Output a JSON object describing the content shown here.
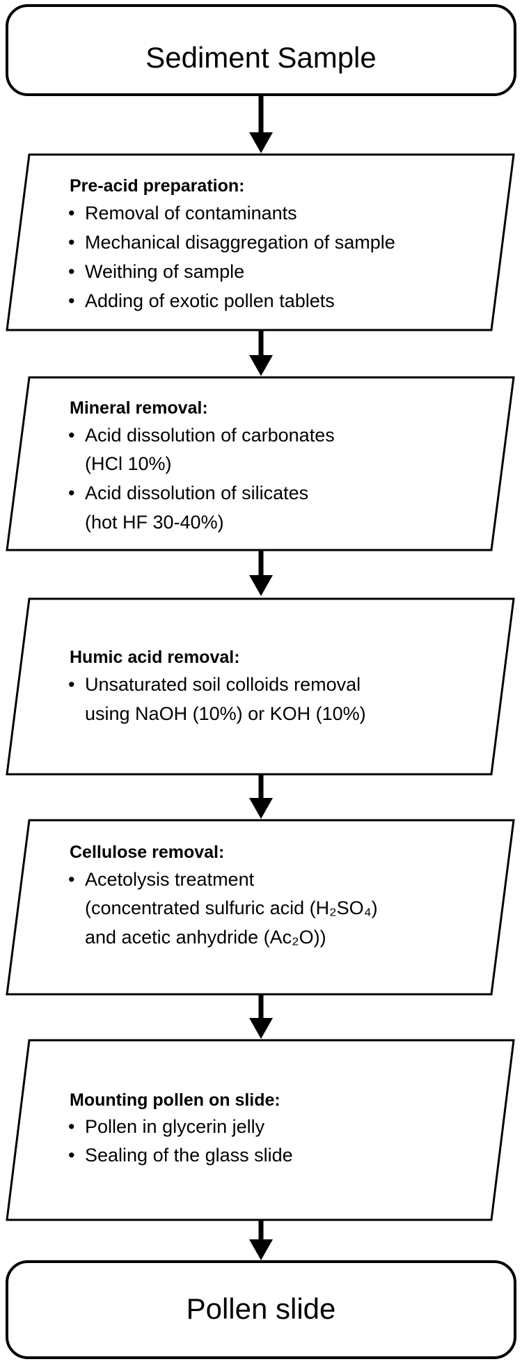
{
  "start": {
    "label": "Sediment Sample"
  },
  "end": {
    "label": "Pollen slide"
  },
  "steps": [
    {
      "heading": "Pre-acid preparation:",
      "lines": [
        {
          "bullet": true,
          "text": "Removal of contaminants"
        },
        {
          "bullet": true,
          "text": "Mechanical disaggregation of sample"
        },
        {
          "bullet": true,
          "text": "Weithing of sample"
        },
        {
          "bullet": true,
          "text": "Adding of exotic pollen tablets"
        }
      ]
    },
    {
      "heading": "Mineral removal:",
      "lines": [
        {
          "bullet": true,
          "text": "Acid dissolution of carbonates"
        },
        {
          "bullet": false,
          "text": "(HCl 10%)"
        },
        {
          "bullet": true,
          "text": "Acid dissolution of silicates"
        },
        {
          "bullet": false,
          "text": "(hot HF 30-40%)"
        }
      ]
    },
    {
      "heading": "Humic acid removal:",
      "lines": [
        {
          "bullet": true,
          "text": "Unsaturated soil colloids removal"
        },
        {
          "bullet": false,
          "text": "using NaOH (10%) or KOH (10%)"
        }
      ]
    },
    {
      "heading": "Cellulose removal:",
      "lines": [
        {
          "bullet": true,
          "text": "Acetolysis treatment"
        },
        {
          "bullet": false,
          "text": "(concentrated sulfuric acid (H₂SO₄)"
        },
        {
          "bullet": false,
          "text": "and acetic anhydride (Ac₂O))"
        }
      ]
    },
    {
      "heading": "Mounting pollen on slide:",
      "lines": [
        {
          "bullet": true,
          "text": "Pollen in glycerin jelly"
        },
        {
          "bullet": true,
          "text": "Sealing of the glass slide"
        }
      ]
    }
  ],
  "bullet_glyph": "•"
}
